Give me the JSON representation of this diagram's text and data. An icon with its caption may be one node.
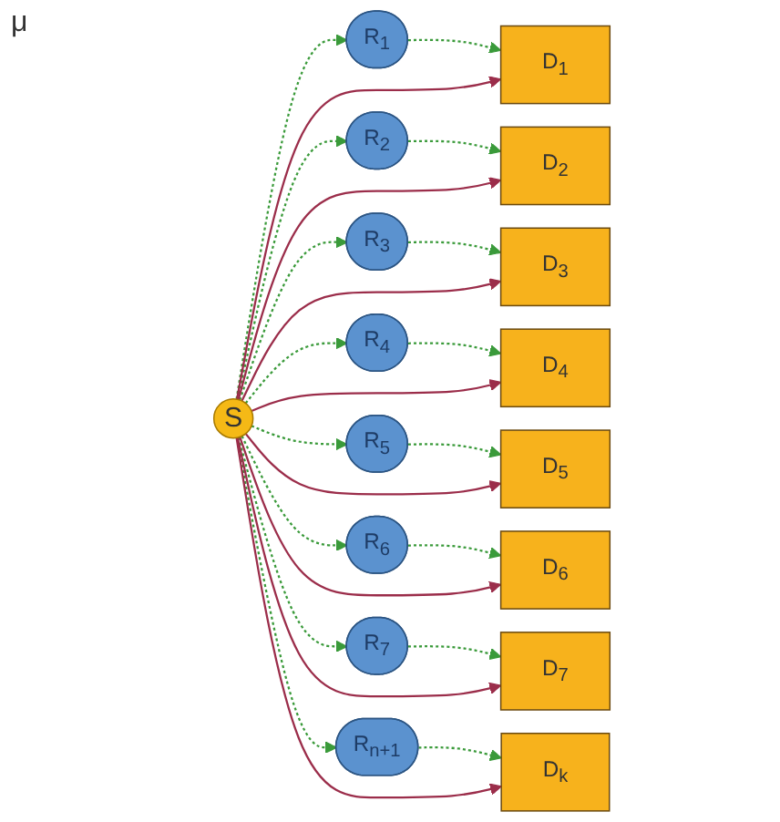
{
  "diagram": {
    "nodes": [
      {
        "text": [
          "S"
        ]
      },
      {
        "text": [
          "R$_{1}$"
        ]
      },
      {
        "text": [
          "R$_{2}$"
        ]
      },
      {
        "text": [
          "R$_{3}$"
        ]
      },
      {
        "text": [
          "R$_{4}$"
        ]
      },
      {
        "text": [
          "R$_{5}$"
        ]
      },
      {
        "text": [
          "R$_{6}$"
        ]
      },
      {
        "text": [
          "R$_{7}$"
        ]
      },
      {
        "text": [
          "R$_{n+1}$"
        ]
      },
      {
        "text": [
          "D$_{1}$"
        ]
      },
      {
        "text": [
          "D$_{2}$"
        ]
      },
      {
        "text": [
          "D$_{3}$"
        ]
      },
      {
        "text": [
          "D$_{4}$"
        ]
      },
      {
        "text": [
          "D$_{5}$"
        ]
      },
      {
        "text": [
          "D$_{6}$"
        ]
      },
      {
        "text": [
          "D$_{7}$"
        ]
      },
      {
        "text": [
          "D$_{k}$"
        ]
      }
    ],
    "edges": [
      {
        "from": 0,
        "to": 1,
        "arrow": "to",
        "style": "dashed"
      },
      {
        "from": 0,
        "to": 2,
        "arrow": "to",
        "style": "dashed"
      },
      {
        "from": 0,
        "to": 3,
        "arrow": "to",
        "style": "dashed"
      },
      {
        "from": 0,
        "to": 4,
        "arrow": "to",
        "style": "dashed"
      },
      {
        "from": 0,
        "to": 5,
        "arrow": "to",
        "style": "dashed"
      },
      {
        "from": 0,
        "to": 6,
        "arrow": "to",
        "style": "dashed"
      },
      {
        "from": 0,
        "to": 7,
        "arrow": "to",
        "style": "dashed"
      },
      {
        "from": 0,
        "to": 8,
        "arrow": "to",
        "style": "dashed"
      },
      {
        "from": 1,
        "to": 9,
        "arrow": "to",
        "style": "dashed"
      },
      {
        "from": 2,
        "to": 10,
        "arrow": "to",
        "style": "dashed"
      },
      {
        "from": 3,
        "to": 11,
        "arrow": "to",
        "style": "dashed"
      },
      {
        "from": 4,
        "to": 12,
        "arrow": "to",
        "style": "dashed"
      },
      {
        "from": 5,
        "to": 13,
        "arrow": "to",
        "style": "dashed"
      },
      {
        "from": 6,
        "to": 14,
        "arrow": "to",
        "style": "dashed"
      },
      {
        "from": 7,
        "to": 15,
        "arrow": "to",
        "style": "dashed"
      },
      {
        "from": 8,
        "to": 16,
        "arrow": "to",
        "style": "dashed"
      },
      {
        "from": 0,
        "to": 9,
        "arrow": "to",
        "color": "#9b2d4a"
      },
      {
        "from": 0,
        "to": 10,
        "arrow": "to",
        "color": "#9b2d4a"
      },
      {
        "from": 0,
        "to": 11,
        "arrow": "to",
        "color": "#9b2d4a"
      },
      {
        "from": 0,
        "to": 12,
        "arrow": "to",
        "color": "#9b2d4a"
      },
      {
        "from": 0,
        "to": 13,
        "arrow": "to",
        "color": "#9b2d4a"
      },
      {
        "from": 0,
        "to": 14,
        "arrow": "to",
        "color": "#9b2d4a"
      },
      {
        "from": 0,
        "to": 15,
        "arrow": "to",
        "color": "#9b2d4a"
      },
      {
        "from": 0,
        "to": 16,
        "arrow": "to",
        "color": "#9b2d4a"
      }
    ],
    "labels": [
      "μ"
    ]
  }
}
